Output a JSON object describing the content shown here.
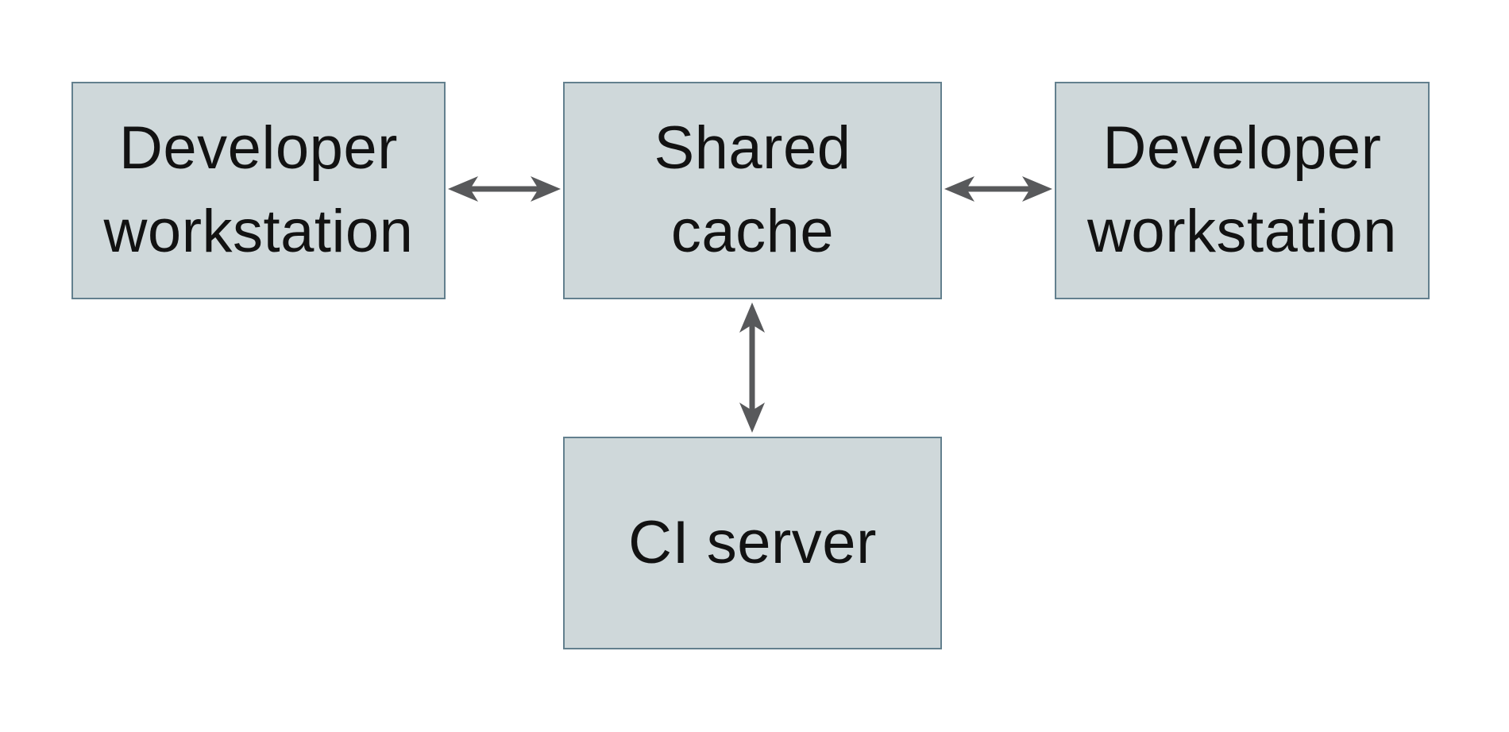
{
  "diagram": {
    "type": "architecture-diagram",
    "colors": {
      "background": "#ffffff",
      "box_fill": "#cfd8da",
      "box_border": "#63808e",
      "arrow_color": "#58595b",
      "text_color": "#121212"
    },
    "nodes": [
      {
        "id": "developer-workstation-left",
        "label": "Developer\nworkstation"
      },
      {
        "id": "shared-cache",
        "label": "Shared\ncache"
      },
      {
        "id": "developer-workstation-right",
        "label": "Developer\nworkstation"
      },
      {
        "id": "ci-server",
        "label": "CI server"
      }
    ],
    "edges": [
      {
        "from": "developer-workstation-left",
        "to": "shared-cache",
        "style": "double-arrow",
        "orientation": "horizontal"
      },
      {
        "from": "shared-cache",
        "to": "developer-workstation-right",
        "style": "double-arrow",
        "orientation": "horizontal"
      },
      {
        "from": "shared-cache",
        "to": "ci-server",
        "style": "double-arrow",
        "orientation": "vertical"
      }
    ]
  }
}
